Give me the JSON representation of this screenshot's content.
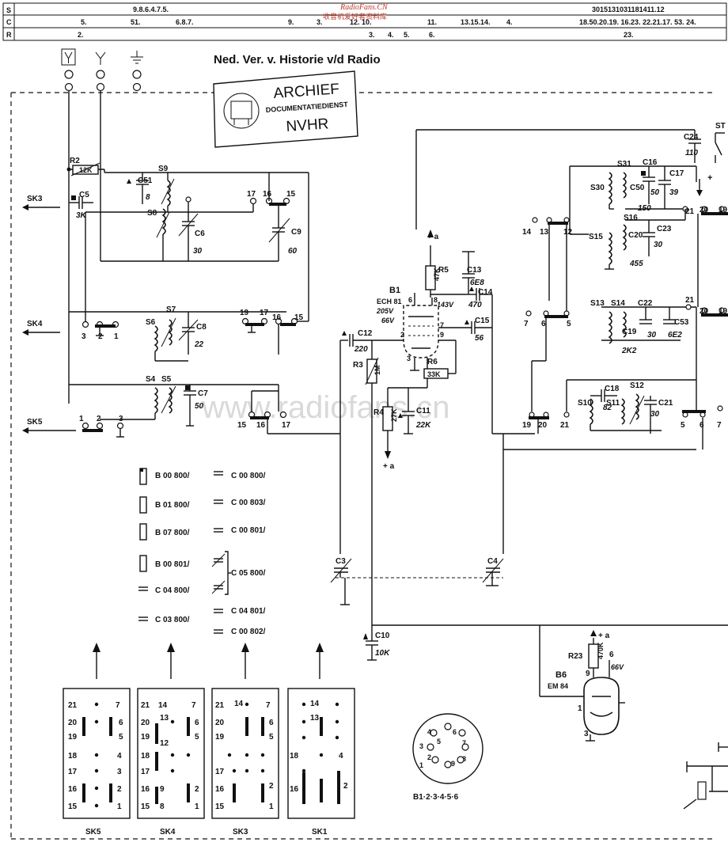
{
  "header_table": {
    "row_labels": [
      "S",
      "C",
      "R"
    ],
    "row_S": [
      "9.8.6.4.7.5.",
      "3015131031181411.12"
    ],
    "row_C": [
      "5.",
      "51.",
      "6.8.7.",
      "9.",
      "3.",
      "12. 10.",
      "11.",
      "13.15.14.",
      "4.",
      "18.50.20.19. 16.23. 22.21.17. 53. 24."
    ],
    "row_R": [
      "2.",
      "3.",
      "4.",
      "5.",
      "6.",
      "23."
    ]
  },
  "watermark_top": {
    "line1": "RadioFans.CN",
    "line2": "收音机爱好者资料库"
  },
  "watermark_center": "www.radiofans.cn",
  "title": "Ned. Ver. v. Historie v/d Radio",
  "stamp": {
    "line1": "ARCHIEF",
    "line2": "DOCUMENTATIEDIENST",
    "line3": "NVHR"
  },
  "connectors": {
    "sk3": "SK3",
    "sk4": "SK4",
    "sk5": "SK5"
  },
  "components": {
    "r2": "R2",
    "r2_val": "12K",
    "c5": "C5",
    "c5_val": "3K",
    "c51": "C51",
    "c51_val": "8",
    "s9": "S9",
    "s8": "S8",
    "c6": "C6",
    "c6_val": "30",
    "c9": "C9",
    "c9_val": "60",
    "s7": "S7",
    "s6": "S6",
    "c8": "C8",
    "c8_val": "22",
    "s4": "S4",
    "s5": "S5",
    "c7": "C7",
    "c7_val": "50",
    "c12": "C12",
    "c12_val": "220",
    "r3": "R3",
    "r3_val": "1M",
    "r4": "R4",
    "r4_val": "27K",
    "c11": "C11",
    "c11_val": "22K",
    "r5": "R5",
    "r5_val": "47K",
    "c13": "C13",
    "c13_val": "6E8",
    "c14": "C14",
    "c14_val": "470",
    "b1": "B1",
    "b1_type": "ECH 81",
    "b1_v1": "205V",
    "b1_v2": "66V",
    "b1_v3": "143V",
    "c15": "C15",
    "c15_val": "56",
    "r6": "R6",
    "r6_val": "33K",
    "c3": "C3",
    "c4": "C4",
    "c10": "C10",
    "c10_val": "10K",
    "c24": "C24",
    "c24_val": "110",
    "st": "ST",
    "s31": "S31",
    "s30": "S30",
    "c16": "C16",
    "c17": "C17",
    "c17_val": "39",
    "c50": "C50",
    "c50_val1": "50",
    "c50_val2": "150",
    "s16": "S16",
    "s15": "S15",
    "c20": "C20",
    "c23": "C23",
    "c23_val": "30",
    "c20_val": "455",
    "s13": "S13",
    "s14": "S14",
    "c22": "C22",
    "c19": "C19",
    "c19_val": "2K2",
    "c22_val": "30",
    "c53": "C53",
    "c53_val": "6E2",
    "c18": "C18",
    "c18_val": "82",
    "s12": "S12",
    "s10": "S10",
    "s11": "S11",
    "c21": "C21",
    "c21_val": "30",
    "b6": "B6",
    "b6_type": "EM 84",
    "r23": "R23",
    "r23_val": "470K",
    "b6_v": "66V"
  },
  "supply": {
    "plus_a": "+ a",
    "plus": "+"
  },
  "pin_numbers": [
    "1",
    "2",
    "3",
    "5",
    "6",
    "7",
    "8",
    "9",
    "12",
    "13",
    "14",
    "15",
    "16",
    "17",
    "18",
    "19",
    "20",
    "21"
  ],
  "legend": [
    {
      "left_code": "B 00 800/",
      "right_code": "C 00 800/"
    },
    {
      "left_code": "B 01 800/",
      "right_code": "C 00 803/"
    },
    {
      "left_code": "B 07 800/",
      "right_code": "C 00 801/"
    },
    {
      "left_code": "B 00 801/",
      "right_code": "C 05 800/"
    },
    {
      "left_code": "C 04 800/",
      "right_code": ""
    },
    {
      "left_code": "C 03 800/",
      "right_code": "C 04 801/"
    },
    {
      "left_code": "",
      "right_code": "C 00 802/"
    }
  ],
  "switch_banks": [
    {
      "label": "SK5",
      "left": [
        "21",
        "20",
        "19",
        "18",
        "17",
        "16",
        "15"
      ],
      "right": [
        "7",
        "6",
        "5",
        "4",
        "3",
        "2",
        "1"
      ]
    },
    {
      "label": "SK4",
      "left": [
        "21",
        "20",
        "19",
        "18",
        "17",
        "16",
        "15"
      ],
      "mid": [
        "14",
        "13",
        "12",
        "9",
        "8"
      ],
      "right": [
        "7",
        "6",
        "5",
        "2",
        "1"
      ]
    },
    {
      "label": "SK3",
      "left": [
        "21",
        "20",
        "19",
        "17",
        "16",
        "15"
      ],
      "mid": [
        "14"
      ],
      "right": [
        "7",
        "6",
        "5",
        "2",
        "1"
      ]
    },
    {
      "label": "SK1",
      "left": [
        "18",
        "16"
      ],
      "mid": [
        "14",
        "13"
      ],
      "right": [
        "4",
        "2"
      ]
    }
  ],
  "socket_label": "B1·2·3·4·5·6",
  "socket_pins": [
    "1",
    "2",
    "3",
    "4",
    "5",
    "6",
    "7",
    "8",
    "9"
  ]
}
